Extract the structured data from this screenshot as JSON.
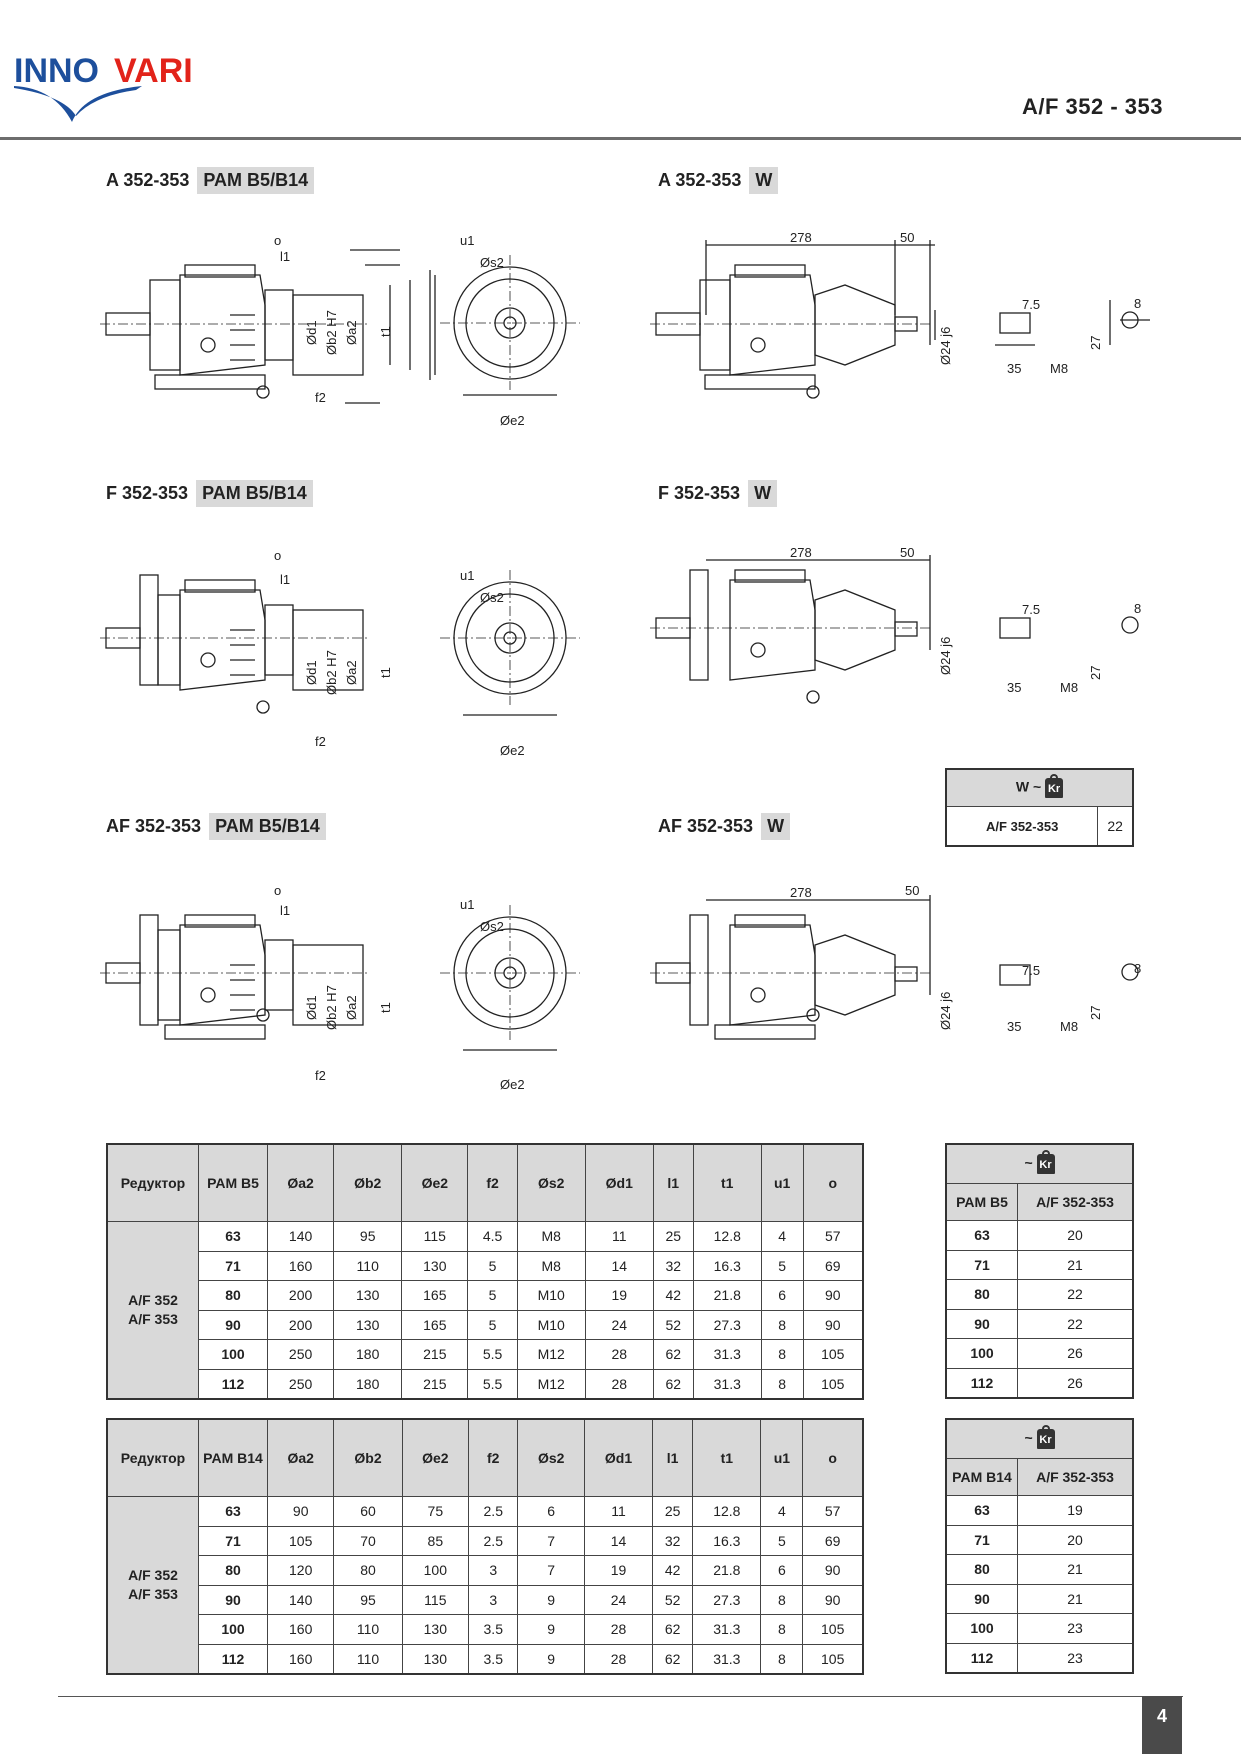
{
  "logo": {
    "text_inno": "INNO",
    "text_vari": "VARI",
    "colors": {
      "blue": "#1d4f9c",
      "red": "#e2231a"
    }
  },
  "doc_code": "A/F 352 - 353",
  "sections": [
    {
      "title": "A 352-353",
      "tag": "PAM B5/B14"
    },
    {
      "title": "A 352-353",
      "tag": "W"
    },
    {
      "title": "F 352-353",
      "tag": "PAM B5/B14"
    },
    {
      "title": "F 352-353",
      "tag": "W"
    },
    {
      "title": "AF 352-353",
      "tag": "PAM B5/B14"
    },
    {
      "title": "AF 352-353",
      "tag": "W"
    }
  ],
  "drawing_labels": {
    "o": "o",
    "l1": "l1",
    "u1": "u1",
    "s2": "Øs2",
    "d1": "Ød1",
    "b2": "Øb2 H7",
    "a2": "Øa2",
    "t1": "t1",
    "f2": "f2",
    "e2": "Øe2",
    "w_len": "278",
    "w_ext": "50",
    "w_shaft": "Ø24 j6",
    "key_75": "7.5",
    "key_8": "8",
    "key_27": "27",
    "key_35": "35",
    "key_m8": "M8"
  },
  "w_weight": {
    "header": "W ~",
    "row_label": "A/F 352-353",
    "value": "22"
  },
  "b5_table": {
    "headers": [
      "Редуктор",
      "PAM B5",
      "Øa2",
      "Øb2",
      "Øe2",
      "f2",
      "Øs2",
      "Ød1",
      "l1",
      "t1",
      "u1",
      "o"
    ],
    "group": [
      "A/F 352",
      "A/F 353"
    ],
    "rows": [
      [
        "63",
        "140",
        "95",
        "115",
        "4.5",
        "M8",
        "11",
        "25",
        "12.8",
        "4",
        "57"
      ],
      [
        "71",
        "160",
        "110",
        "130",
        "5",
        "M8",
        "14",
        "32",
        "16.3",
        "5",
        "69"
      ],
      [
        "80",
        "200",
        "130",
        "165",
        "5",
        "M10",
        "19",
        "42",
        "21.8",
        "6",
        "90"
      ],
      [
        "90",
        "200",
        "130",
        "165",
        "5",
        "M10",
        "24",
        "52",
        "27.3",
        "8",
        "90"
      ],
      [
        "100",
        "250",
        "180",
        "215",
        "5.5",
        "M12",
        "28",
        "62",
        "31.3",
        "8",
        "105"
      ],
      [
        "112",
        "250",
        "180",
        "215",
        "5.5",
        "M12",
        "28",
        "62",
        "31.3",
        "8",
        "105"
      ]
    ]
  },
  "b14_table": {
    "headers": [
      "Редуктор",
      "PAM B14",
      "Øa2",
      "Øb2",
      "Øe2",
      "f2",
      "Øs2",
      "Ød1",
      "l1",
      "t1",
      "u1",
      "o"
    ],
    "group": [
      "A/F 352",
      "A/F 353"
    ],
    "rows": [
      [
        "63",
        "90",
        "60",
        "75",
        "2.5",
        "6",
        "11",
        "25",
        "12.8",
        "4",
        "57"
      ],
      [
        "71",
        "105",
        "70",
        "85",
        "2.5",
        "7",
        "14",
        "32",
        "16.3",
        "5",
        "69"
      ],
      [
        "80",
        "120",
        "80",
        "100",
        "3",
        "7",
        "19",
        "42",
        "21.8",
        "6",
        "90"
      ],
      [
        "90",
        "140",
        "95",
        "115",
        "3",
        "9",
        "24",
        "52",
        "27.3",
        "8",
        "90"
      ],
      [
        "100",
        "160",
        "110",
        "130",
        "3.5",
        "9",
        "28",
        "62",
        "31.3",
        "8",
        "105"
      ],
      [
        "112",
        "160",
        "110",
        "130",
        "3.5",
        "9",
        "28",
        "62",
        "31.3",
        "8",
        "105"
      ]
    ]
  },
  "b5_weight": {
    "tilde": "~",
    "kg": "Kr",
    "col1": "PAM B5",
    "col2": "A/F 352-353",
    "rows": [
      [
        "63",
        "20"
      ],
      [
        "71",
        "21"
      ],
      [
        "80",
        "22"
      ],
      [
        "90",
        "22"
      ],
      [
        "100",
        "26"
      ],
      [
        "112",
        "26"
      ]
    ]
  },
  "b14_weight": {
    "tilde": "~",
    "kg": "Kr",
    "col1": "PAM B14",
    "col2": "A/F 352-353",
    "rows": [
      [
        "63",
        "19"
      ],
      [
        "71",
        "20"
      ],
      [
        "80",
        "21"
      ],
      [
        "90",
        "21"
      ],
      [
        "100",
        "23"
      ],
      [
        "112",
        "23"
      ]
    ]
  },
  "page_number": "4"
}
